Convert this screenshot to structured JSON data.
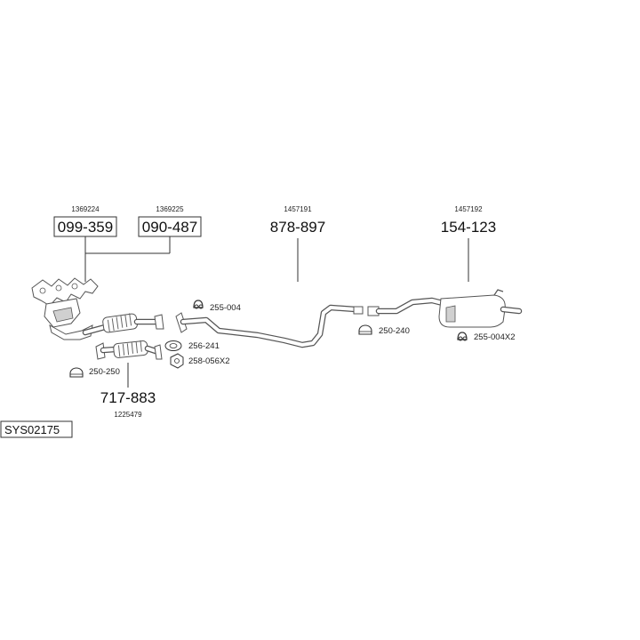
{
  "parts": [
    {
      "id": "p1",
      "part_number": "099-359",
      "oem_number": "1369224",
      "boxed": true
    },
    {
      "id": "p2",
      "part_number": "090-487",
      "oem_number": "1369225",
      "boxed": true
    },
    {
      "id": "p3",
      "part_number": "878-897",
      "oem_number": "1457191",
      "boxed": false
    },
    {
      "id": "p4",
      "part_number": "154-123",
      "oem_number": "1457192",
      "boxed": false
    },
    {
      "id": "p5",
      "part_number": "717-883",
      "oem_number": "1225479",
      "boxed": false
    }
  ],
  "accessories": [
    {
      "id": "a1",
      "label": "255-004",
      "icon": "rubber-hanger-icon"
    },
    {
      "id": "a2",
      "label": "256-241",
      "icon": "gasket-icon"
    },
    {
      "id": "a3",
      "label": "258-056X2",
      "icon": "nut-icon"
    },
    {
      "id": "a4",
      "label": "250-250",
      "icon": "clamp-icon"
    },
    {
      "id": "a5",
      "label": "250-240",
      "icon": "clamp-icon"
    },
    {
      "id": "a6",
      "label": "255-004X2",
      "icon": "rubber-hanger-icon"
    }
  ],
  "system": {
    "code": "SYS02175"
  }
}
